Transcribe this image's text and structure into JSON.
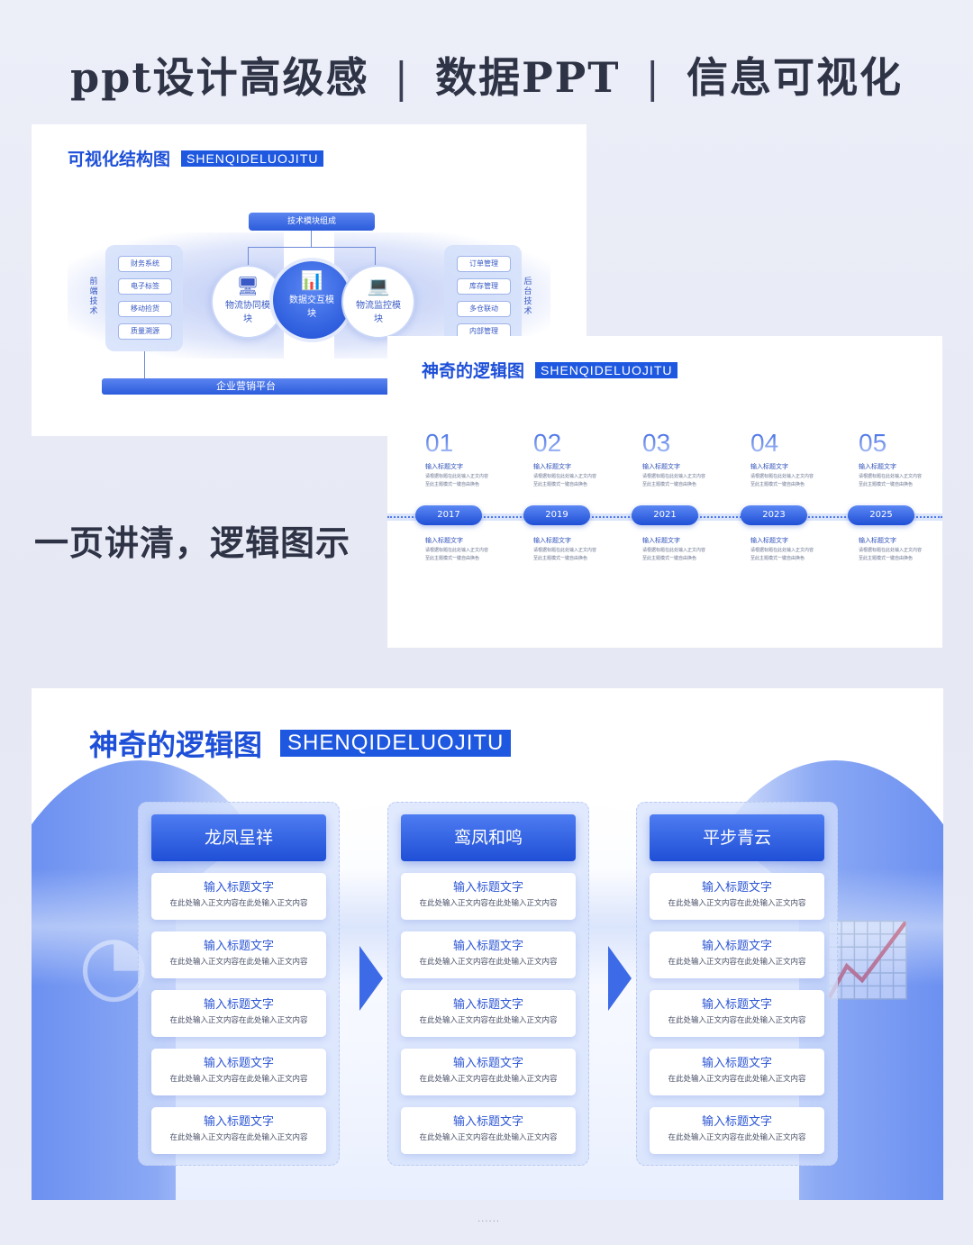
{
  "headline": {
    "part1": "ppt设计高级感",
    "sep": "|",
    "part2": "数据PPT",
    "part3": "信息可视化"
  },
  "side_caption": "一页讲清，逻辑图示",
  "card1": {
    "title_cn": "可视化结构图",
    "title_en": "SHENQIDELUOJITU",
    "top_bar": "技术模块组成",
    "left_label": "前端技术",
    "right_label": "后台技术",
    "left_items": [
      "财务系统",
      "电子标签",
      "移动捡货",
      "质量溯源"
    ],
    "right_items": [
      "订单管理",
      "库存管理",
      "多仓联动",
      "内部管理"
    ],
    "modules": {
      "left": "物流协同模块",
      "center": "数据交互模块",
      "right": "物流监控模块"
    },
    "bottom_bar": "企业营销平台"
  },
  "card2": {
    "title_cn": "神奇的逻辑图",
    "title_en": "SHENQIDELUOJITU",
    "steps": [
      {
        "num": "01",
        "year": "2017"
      },
      {
        "num": "02",
        "year": "2019"
      },
      {
        "num": "03",
        "year": "2021"
      },
      {
        "num": "04",
        "year": "2023"
      },
      {
        "num": "05",
        "year": "2025"
      }
    ],
    "item_title": "输入标题文字",
    "item_desc": "请根据标题在此处输入正文内容至此主题模式一键自由换色"
  },
  "card3": {
    "title_cn": "神奇的逻辑图",
    "title_en": "SHENQIDELUOJITU",
    "columns": [
      {
        "head": "龙凤呈祥"
      },
      {
        "head": "鸾凤和鸣"
      },
      {
        "head": "平步青云"
      }
    ],
    "item_title": "输入标题文字",
    "item_desc": "在此处输入正文内容在此处输入正文内容"
  },
  "footer": "......"
}
